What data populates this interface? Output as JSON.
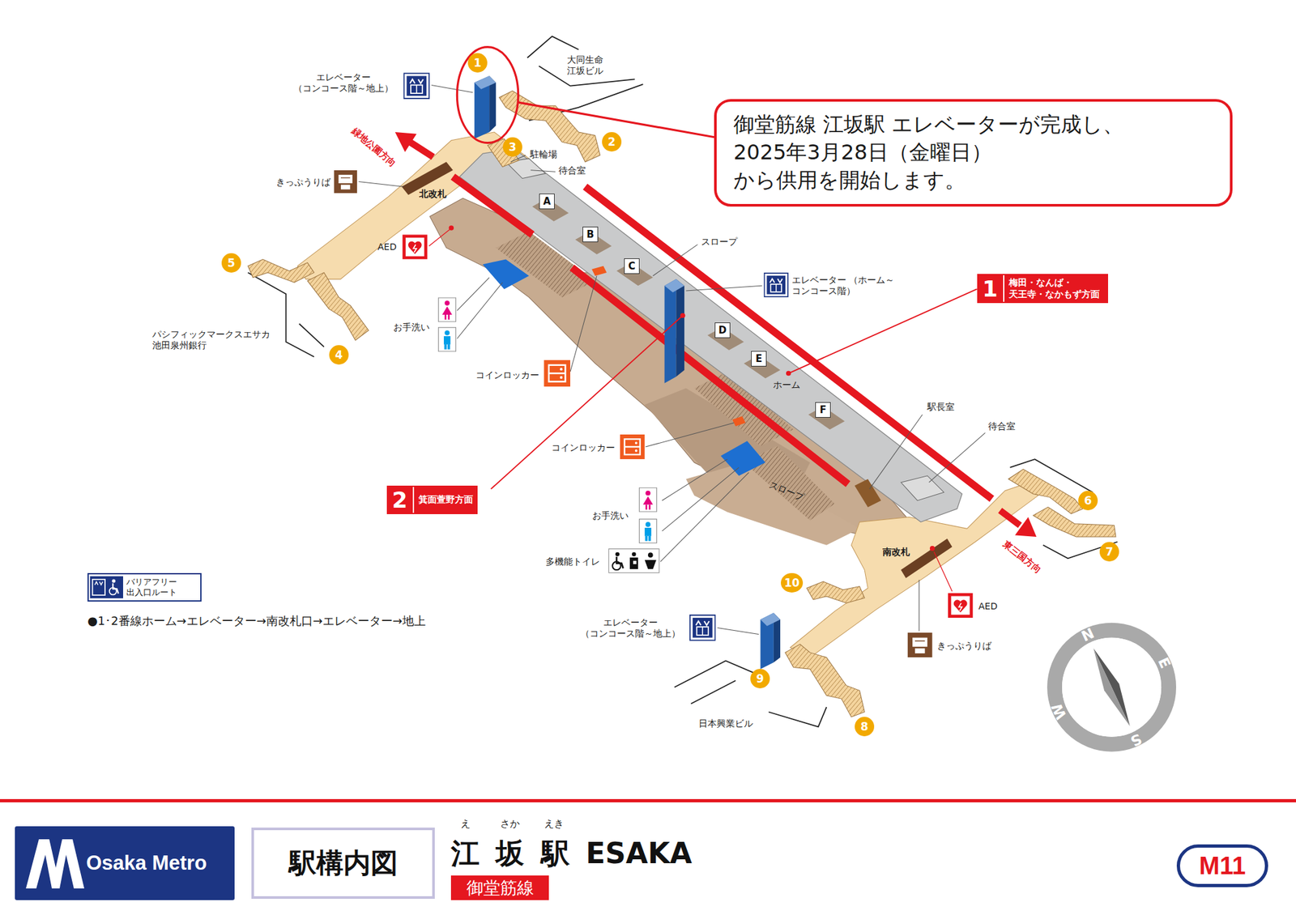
{
  "diagram": {
    "title": "江 坂 駅 ESAKA",
    "nodes": [
      {
        "text": [
          "御堂筋線 江坂駅 エレベーターが完成し、 2025年3月28日（金曜日）から供用を開始します。"
        ]
      },
      {
        "text": [
          "1",
          "梅田・なんば・ 天王寺・なかもず方面"
        ]
      },
      {
        "text": [
          "2",
          "箕面萱野方面"
        ]
      },
      {
        "text": [
          "1"
        ]
      },
      {
        "text": [
          "2"
        ]
      },
      {
        "text": [
          "3"
        ]
      },
      {
        "text": [
          "4"
        ]
      },
      {
        "text": [
          "5"
        ]
      },
      {
        "text": [
          "6"
        ]
      },
      {
        "text": [
          "7"
        ]
      },
      {
        "text": [
          "8"
        ]
      },
      {
        "text": [
          "9"
        ]
      },
      {
        "text": [
          "10"
        ]
      },
      {
        "text": [
          "A"
        ]
      },
      {
        "text": [
          "B"
        ]
      },
      {
        "text": [
          "C"
        ]
      },
      {
        "text": [
          "D"
        ]
      },
      {
        "text": [
          "E"
        ]
      },
      {
        "text": [
          "F"
        ]
      },
      {
        "text": [
          "Osaka Metro"
        ]
      },
      {
        "text": [
          "駅構内図"
        ]
      },
      {
        "text": [
          "御堂筋線"
        ]
      },
      {
        "text": [
          "M11"
        ]
      }
    ],
    "labels": [
      "エレベーター （コンコース階～地上）",
      "大同生命 江坂ビル",
      "緑地公園方向",
      "きっぷうりば",
      "北改札",
      "AED",
      "駐輪場",
      "待合室",
      "スロープ",
      "エレベーター （ホーム～コンコース階）",
      "お手洗い",
      "コインロッカー",
      "ホーム",
      "パシフィックマークスエサカ 池田泉州銀行",
      "駅長室",
      "待合室",
      "コインロッカー",
      "お手洗い",
      "多機能トイレ",
      "スロープ",
      "南改札",
      "東三国方向",
      "AED",
      "きっぷうりば",
      "エレベーター （コンコース階～地上）",
      "日本興業ビル",
      "●1･2番線ホーム→エレベーター→南改札口→エレベーター→地上",
      "え",
      "さか",
      "えき",
      "N",
      "E",
      "S",
      "W"
    ],
    "legend": [
      {
        "text": "バリアフリー 出入口ルート"
      }
    ]
  }
}
